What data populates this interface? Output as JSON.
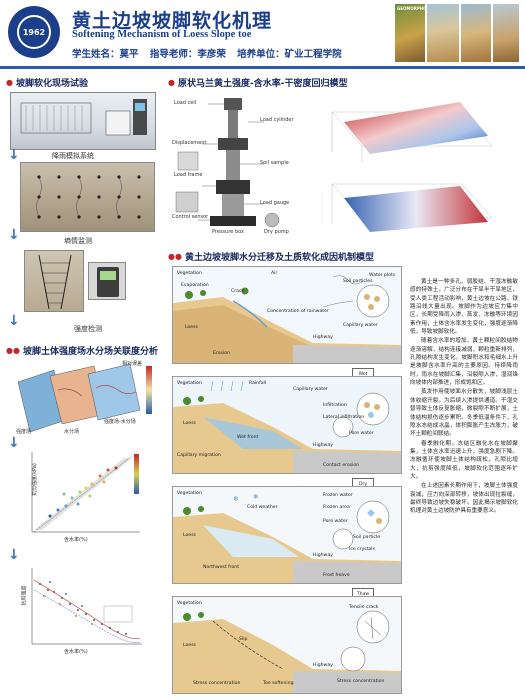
{
  "header": {
    "logo_text": "1962",
    "title_cn": "黄土边坡坡脚软化机理",
    "title_en": "Softening   Mechanism of Loess Slope toe",
    "student": "学生姓名：莫平",
    "advisor": "指导老师：李彦荣",
    "unit": "培养单位：矿业工程学院",
    "journal_name": "GEOMORPHOLOGY"
  },
  "sections": {
    "field_test": "坡脚软化现场试验",
    "strength_model": "原状马兰黄土强度-含水率-干密度回归模型",
    "correlation": "坡脚土体强度场水分场关联度分析",
    "mechanism": "黄土边坡坡脚水分迁移及土质软化成因机制模型"
  },
  "field_captions": {
    "system": "降雨模拟系统",
    "monitor": "墒情监测",
    "strength": "强度检测"
  },
  "strength_panel": {
    "labels": [
      "Load cell",
      "Load cylinder",
      "Displacement",
      "Soil sample",
      "Load frame",
      "Load gauge",
      "Control sensor",
      "Pressure box",
      "Dry pump"
    ]
  },
  "correlation_panel": {
    "legend_title": "相对误差",
    "scatter_xlabel": "含水率(%)",
    "scatter_ylabel": "抗剪强度(kPa)",
    "scatter_x2label": "含水率(%)",
    "scatter_y2label": "抗剪强度",
    "map_labels": [
      "强度场",
      "水分场",
      "强度场-水分场"
    ]
  },
  "diagrams": [
    {
      "labels": [
        "Vegetation",
        "Air",
        "Evaporation",
        "Crack",
        "Loess",
        "Concentration of rainwater",
        "Highway",
        "Capillary water",
        "Erosion",
        "Soil particles",
        "Water plots"
      ],
      "side": "Wet"
    },
    {
      "labels": [
        "Vegetation",
        "Rainfall",
        "Capillary water",
        "Infiltration",
        "Pore water",
        "Loess",
        "Capillary migration",
        "Wet front",
        "Highway",
        "Lateral infiltration",
        "Contact erosion"
      ],
      "side": "Dry"
    },
    {
      "labels": [
        "Vegetation",
        "Cold weather",
        "Frozen water",
        "Frozen area",
        "Loess",
        "Soil particle",
        "Ice crystals",
        "Northwest front",
        "Highway",
        "Pore water",
        "Frost heave"
      ],
      "side": "Thaw"
    },
    {
      "labels": [
        "Vegetation",
        "Loess",
        "Slip",
        "Highway",
        "Stress concentration",
        "Tensile crack",
        "Stress concentration",
        "Toe softening"
      ],
      "side": ""
    }
  ],
  "body_text": [
    "黄土是一种多孔、弱胶结、干湿冻融敏感的特殊土，广泛分布在干旱半干旱地区，受人类工程活动影响，黄土边坡在公路、铁路沿线大量出现。坡脚作为边坡应力集中区，长期受降雨入渗、蒸发、冻融等环境因素作用，土体含水率发生变化，强度逐渐降低，导致坡脚软化。",
    "随着含水率的增加，黄土颗粒间胶结物逐渐溶解，结构连接减弱，颗粒重新排列，孔隙结构发生变化。坡脚积水和毛细水上升是坡脚含水率升高的主要原因。持续降雨时，雨水在坡脚汇集，沿裂隙入渗，湿润锋向坡体内部推进，形成饱和区。",
    "蒸发作用使坡面水分散失，坡脚浅层土体收缩开裂，为后续入渗提供通道。干湿交替导致土体反复胀缩，微裂隙不断扩展，土体结构损伤逐步累积。冬季低温条件下，孔隙水冻结成冰晶，体积膨胀产生冻胀力，破坏土颗粒间联结。",
    "春季融化期，冻结区融化水在坡脚聚集，土体含水率迅速上升，强度急剧下降。冻融循环使坡脚土体结构疏松，孔隙比增大，抗剪强度降低，坡脚软化范围逐年扩大。",
    "在上述因素长期作用下，坡脚土体强度衰减，应力向深部转移，坡体出现拉裂缝，最终导致边坡失稳破坏。因此揭示坡脚软化机理对黄土边坡防护具有重要意义。"
  ]
}
